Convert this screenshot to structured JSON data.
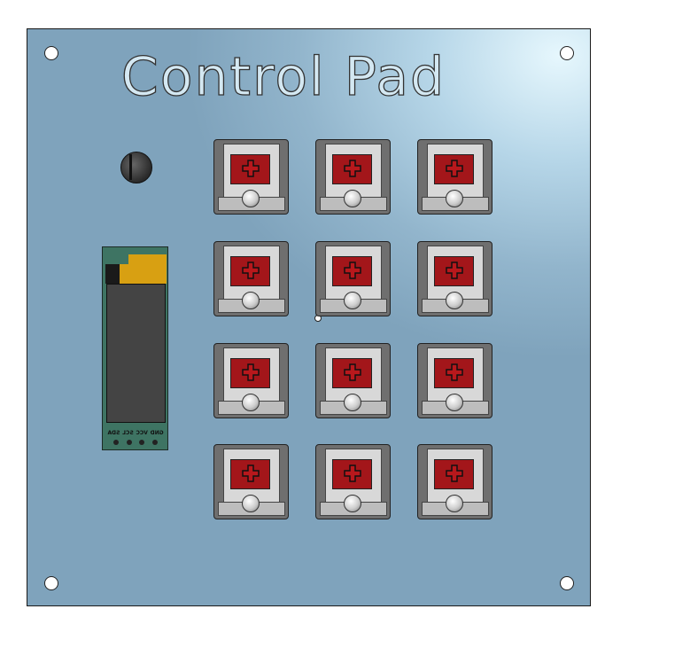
{
  "title": "Control Pad",
  "oled": {
    "pin_labels": [
      "GND",
      "VCC",
      "SCL",
      "SDA"
    ]
  },
  "keys": {
    "rows": 4,
    "columns": 3
  },
  "colors": {
    "plate": "#92b5cc",
    "keycap_stem": "#a3161a",
    "oled_pcb": "#3e7463",
    "oled_accent": "#d8a012"
  }
}
